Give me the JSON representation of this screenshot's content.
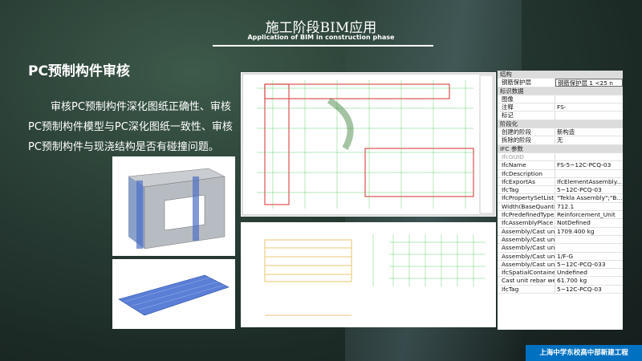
{
  "header": {
    "title": "施工阶段BIM应用",
    "subtitle": "Application of BIM in construction phase"
  },
  "section": {
    "heading": "PC预制构件审核",
    "paragraph": "审核PC预制构件深化图纸正确性、审核PC预制构件模型与PC深化图纸一致性、审核PC预制构件与现浇结构是否有碰撞问题。"
  },
  "properties": [
    {
      "header": "结构"
    },
    {
      "k": "钢筋保护层",
      "v": "钢筋保护层 1 <25 n"
    },
    {
      "header": "标识数据"
    },
    {
      "k": "图像",
      "v": ""
    },
    {
      "k": "注释",
      "v": "FS-"
    },
    {
      "k": "标记",
      "v": ""
    },
    {
      "header": "阶段化"
    },
    {
      "k": "创建的阶段",
      "v": "新构造"
    },
    {
      "k": "拆除的阶段",
      "v": "无"
    },
    {
      "header": "IFC 参数"
    },
    {
      "k": "IfcGUID",
      "v": ""
    },
    {
      "k": "IfcName",
      "v": "FS-5~12C-PCQ-03"
    },
    {
      "k": "IfcDescription",
      "v": ""
    },
    {
      "k": "IfcExportAs",
      "v": "IfcElementAssembly..."
    },
    {
      "k": "IfcTag",
      "v": "5~12C-PCQ-03"
    },
    {
      "k": "IfcPropertySetList",
      "v": "\"Tekla Assembly\";\"B..."
    },
    {
      "k": "Width(BaseQuantit...",
      "v": "712.1"
    },
    {
      "k": "IfcPredefinedType",
      "v": "Reinforcement_Unit"
    },
    {
      "k": "IfcAssemblyPlace",
      "v": "NotDefined"
    },
    {
      "k": "Assembly/Cast uni...",
      "v": "1709.400 kg"
    },
    {
      "k": "Assembly/Cast uni...",
      "v": ""
    },
    {
      "k": "Assembly/Cast uni...",
      "v": ""
    },
    {
      "k": "Assembly/Cast uni...",
      "v": "1/F-G"
    },
    {
      "k": "Assembly/Cast uni...",
      "v": "5~12C-PCQ-033"
    },
    {
      "k": "IfcSpatialContainer",
      "v": "Undefined"
    },
    {
      "k": "Cast unit rebar wei...",
      "v": "61.700 kg"
    },
    {
      "k": "IfcTag",
      "v": "5~12C-PCQ-03"
    }
  ],
  "footer": {
    "text": "上海中学东校高中部新建工程"
  },
  "colors": {
    "footer": "#0070c0",
    "line": "#2fbf3a"
  }
}
